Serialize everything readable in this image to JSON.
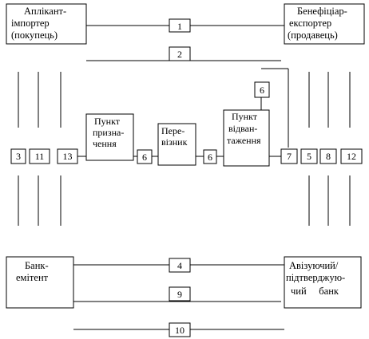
{
  "boxes": {
    "applicant": [
      "Аплікант-",
      "імпортер",
      "(покупець)"
    ],
    "beneficiary": [
      "Бенефіціар-",
      "експортер",
      "(продавець)"
    ],
    "issuing_bank": [
      "Банк-",
      "емітент"
    ],
    "advising_bank": [
      "Авізуючий/",
      "підтверджую-",
      "чий     банк"
    ],
    "destination": [
      "Пункт",
      "призна-",
      "чення"
    ],
    "carrier": [
      "Пере-",
      "візник"
    ],
    "dispatch": [
      "Пункт",
      "відван-",
      "таження"
    ]
  },
  "step_labels": {
    "s1": "1",
    "s2": "2",
    "s3": "3",
    "s4": "4",
    "s5": "5",
    "s6_top": "6",
    "s6_left": "6",
    "s6_right": "6",
    "s7": "7",
    "s8": "8",
    "s9": "9",
    "s10": "10",
    "s11": "11",
    "s12": "12",
    "s13": "13"
  }
}
